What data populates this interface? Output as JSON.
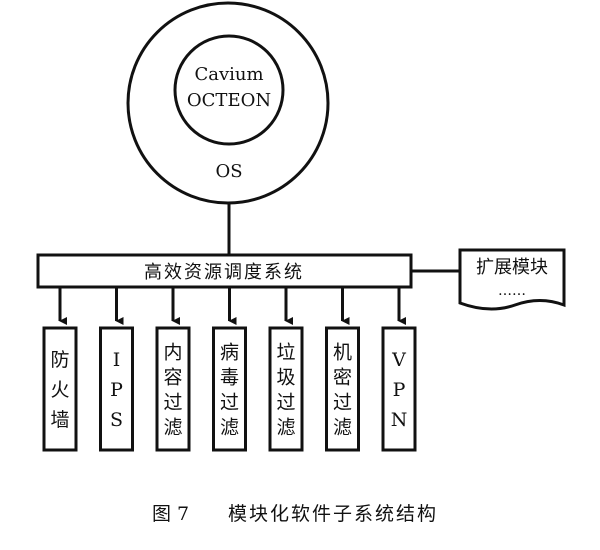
{
  "diagram": {
    "core": {
      "inner_label_line1": "Cavium",
      "inner_label_line2": "OCTEON",
      "outer_label": "OS"
    },
    "scheduler_label": "高效资源调度系统",
    "extension": {
      "title": "扩展模块",
      "dots": "……"
    },
    "modules": [
      {
        "name": "防火墙",
        "chars": [
          "防",
          "火",
          "墙"
        ]
      },
      {
        "name": "IPS",
        "chars": [
          "I",
          "P",
          "S"
        ]
      },
      {
        "name": "内容过滤",
        "chars": [
          "内",
          "容",
          "过",
          "滤"
        ]
      },
      {
        "name": "病毒过滤",
        "chars": [
          "病",
          "毒",
          "过",
          "滤"
        ]
      },
      {
        "name": "垃圾过滤",
        "chars": [
          "垃",
          "圾",
          "过",
          "滤"
        ]
      },
      {
        "name": "机密过滤",
        "chars": [
          "机",
          "密",
          "过",
          "滤"
        ]
      },
      {
        "name": "VPN",
        "chars": [
          "V",
          "P",
          "N"
        ]
      }
    ],
    "caption": {
      "number": "图 7",
      "title": "模块化软件子系统结构"
    }
  }
}
